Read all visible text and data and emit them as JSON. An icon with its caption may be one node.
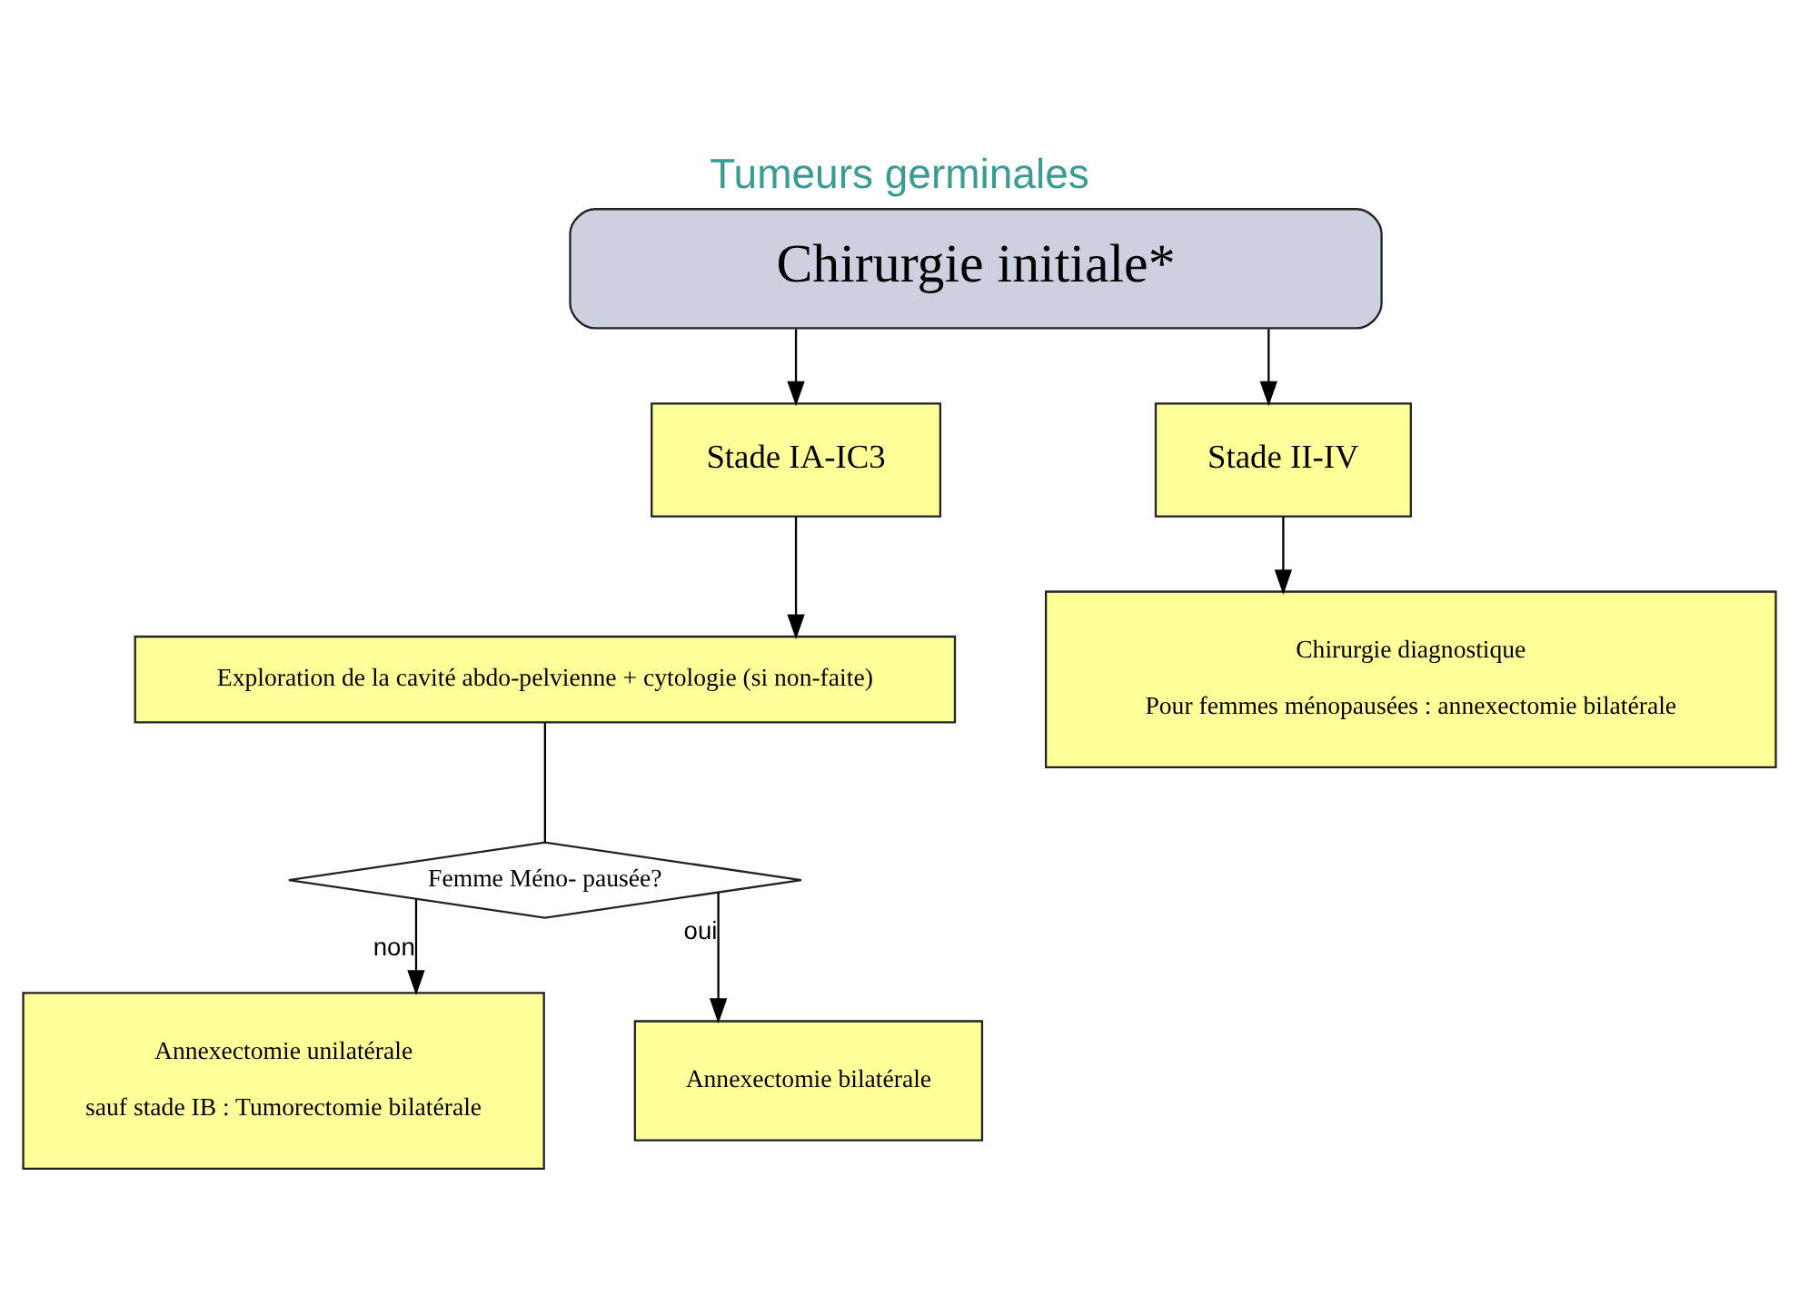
{
  "diagram": {
    "title": "Tumeurs germinales",
    "nodes": [
      {
        "text": [
          "Chirurgie initiale*"
        ]
      },
      {
        "text": [
          "Stade IA-IC3"
        ]
      },
      {
        "text": [
          "Stade II-IV"
        ]
      },
      {
        "text": [
          "Exploration de la cavité abdo-pelvienne + cytologie (si non-faite)"
        ]
      },
      {
        "text": [
          "Femme Méno- pausée?"
        ]
      },
      {
        "text": [
          "Chirurgie diagnostique",
          "Pour femmes ménopausées : annexectomie bilatérale"
        ]
      },
      {
        "text": [
          "Annexectomie unilatérale",
          "sauf stade IB : Tumorectomie bilatérale"
        ]
      },
      {
        "text": [
          "Annexectomie bilatérale"
        ]
      }
    ],
    "edges": [
      {
        "from": 0,
        "to": 1,
        "arrow": "to"
      },
      {
        "from": 0,
        "to": 2,
        "arrow": "to"
      },
      {
        "from": 1,
        "to": 3,
        "arrow": "to"
      },
      {
        "from": 3,
        "to": 4,
        "arrow": "none"
      },
      {
        "from": 4,
        "to": 6,
        "label": "non",
        "arrow": "to"
      },
      {
        "from": 4,
        "to": 7,
        "label": "oui",
        "arrow": "to"
      },
      {
        "from": 2,
        "to": 5,
        "arrow": "to"
      }
    ]
  }
}
